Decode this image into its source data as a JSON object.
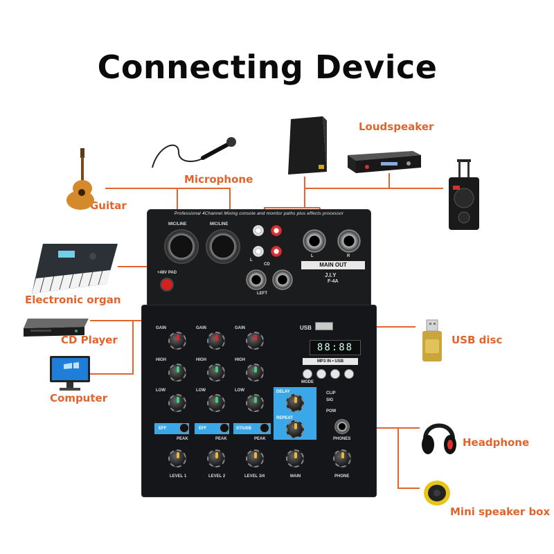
{
  "title": "Connecting Device",
  "labels": {
    "microphone": "Microphone",
    "guitar": "Guitar",
    "electronic_organ": "Electronic organ",
    "cd_player": "CD Player",
    "computer": "Computer",
    "loudspeaker": "Loudspeaker",
    "usb_disc": "USB disc",
    "headphone": "Headphone",
    "mini_speaker_box": "Mini speaker box"
  },
  "mixer": {
    "banner": "Professional 4Channel Mixing console and monitor paths plus effects processor",
    "mic_line_1": "MIC/LINE",
    "mic_line_2": "MIC/LINE",
    "phantom": "+48V PAD",
    "main_out": "MAIN OUT",
    "brand": "J.I.Y",
    "model": "F-4A",
    "cd": "CD",
    "left": "LEFT",
    "l": "L",
    "r": "R",
    "usb": "USB",
    "display": "88:88",
    "mp3_badge": "MP3 IN • USB",
    "mode": "MODE",
    "gain": "GAIN",
    "high": "HIGH",
    "low": "LOW",
    "eff": "EFF",
    "peak": "PEAK",
    "st_usb": "ST/USB",
    "delay": "DELAY",
    "repeat": "REPEAT",
    "phones": "PHONES",
    "level_1": "LEVEL 1",
    "level_2": "LEVEL 2",
    "level_3_4": "LEVEL 3/4",
    "main": "MAIN",
    "phone": "PHONE",
    "clip": "CLIP",
    "sig": "SIG",
    "pow": "POW"
  },
  "colors": {
    "label": "#e0642c",
    "connector_line": "#e0642c",
    "accent_blue": "#3aa7e8",
    "gain_pointer": "#e0242c",
    "eq_pointer": "#3fd07a",
    "aux_pointer": "#f2b632"
  }
}
